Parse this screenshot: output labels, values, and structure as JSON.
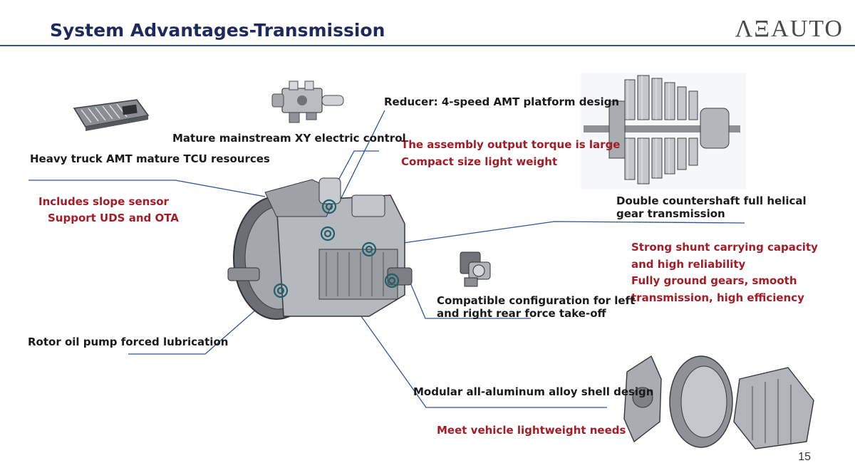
{
  "header": {
    "title": "System Advantages-Transmission",
    "logo": "ΛΞAUTO"
  },
  "callouts": {
    "reducer_title": "Reducer: 4-speed AMT platform design",
    "reducer_point_1": "The assembly output torque is large",
    "reducer_point_2": "Compact size  light weight",
    "electric_control": "Mature mainstream XY electric control",
    "tcu": "Heavy truck AMT mature TCU resources",
    "slope_sensor": "Includes slope sensor",
    "uds_ota": "Support UDS and OTA",
    "countershaft_title": "Double countershaft full helical gear transmission",
    "countershaft_point_1": "Strong shunt carrying capacity and high reliability",
    "countershaft_point_2": "Fully ground gears, smooth transmission, high efficiency",
    "pto": "Compatible configuration for left and right rear force take-off",
    "oil_pump": "Rotor oil pump forced lubrication",
    "shell": "Modular all-aluminum alloy shell design",
    "lightweight": "Meet vehicle lightweight needs"
  },
  "footer": {
    "page_number": "15"
  },
  "colors": {
    "title": "#1f2a5c",
    "accent_red": "#a31c26",
    "leader_blue": "#2e5597",
    "marker_teal": "#1f5f6b"
  }
}
